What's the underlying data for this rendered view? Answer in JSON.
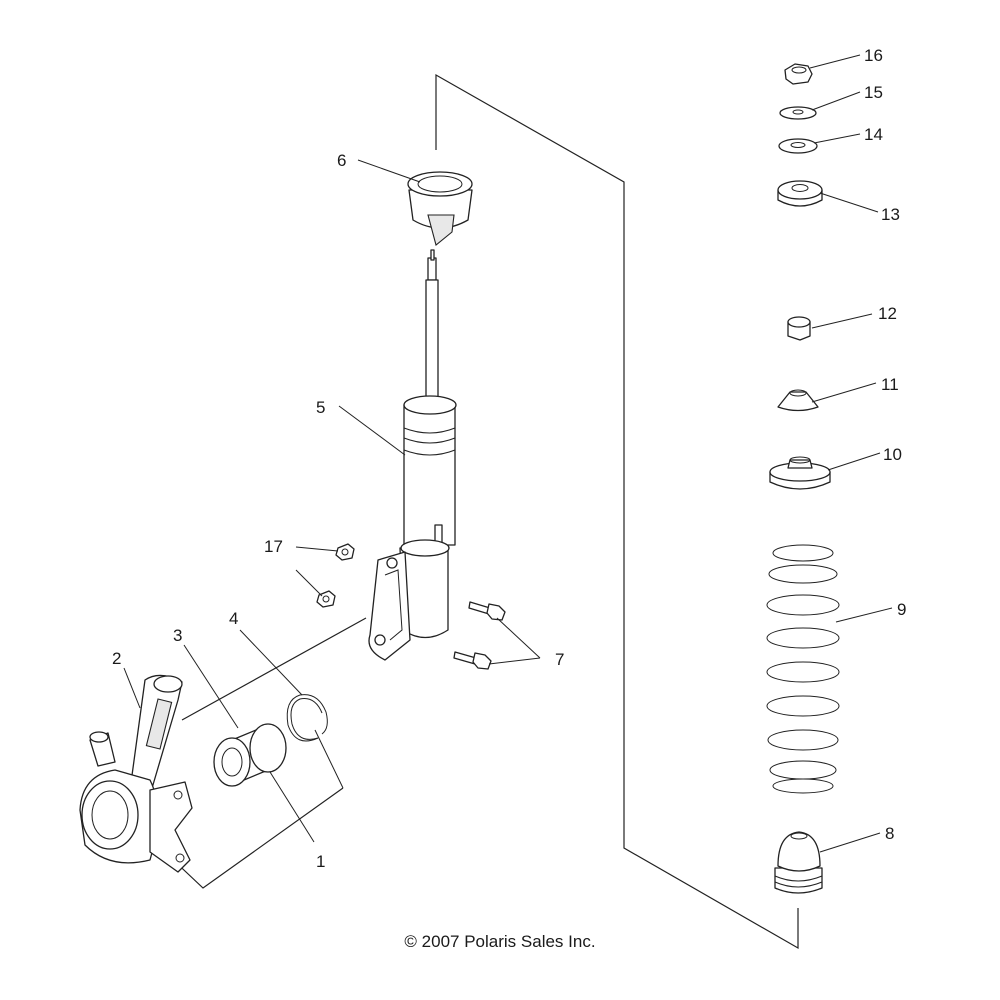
{
  "callouts": {
    "c1": "1",
    "c2": "2",
    "c3": "3",
    "c4": "4",
    "c5": "5",
    "c6": "6",
    "c7": "7",
    "c8": "8",
    "c9": "9",
    "c10": "10",
    "c11": "11",
    "c12": "12",
    "c13": "13",
    "c14": "14",
    "c15": "15",
    "c16": "16",
    "c17": "17"
  },
  "copyright": "© 2007 Polaris Sales Inc."
}
